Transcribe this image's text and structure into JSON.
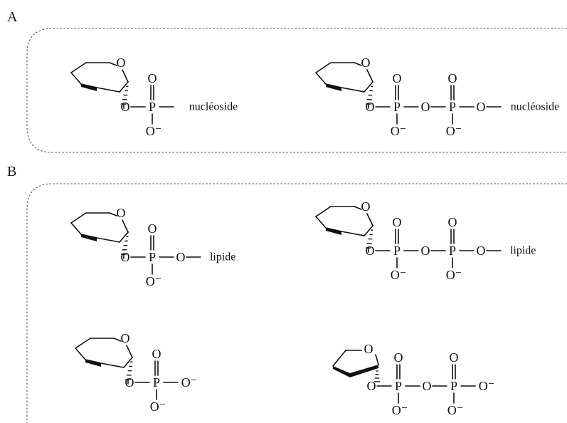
{
  "panels": [
    {
      "label": "A",
      "structures": [
        {
          "ring": "pyranose",
          "phosphates": 1,
          "tail": "nucléoside"
        },
        {
          "ring": "pyranose",
          "phosphates": 2,
          "tail": "nucléoside"
        }
      ]
    },
    {
      "label": "B",
      "structures": [
        {
          "ring": "pyranose",
          "phosphates": 1,
          "tail": "lipide"
        },
        {
          "ring": "pyranose",
          "phosphates": 2,
          "tail": "lipide"
        },
        {
          "ring": "pyranose",
          "phosphates": 1,
          "tail": "O⁻"
        },
        {
          "ring": "furanose",
          "phosphates": 2,
          "tail": "O⁻"
        }
      ]
    }
  ],
  "atoms": {
    "ring_oxygen": "O",
    "bridge_oxygen": "O",
    "phosphorus": "P",
    "oxo": "O",
    "anion": "O⁻"
  },
  "colors": {
    "ink": "#111111",
    "frame": "#555555",
    "background": "#ffffff"
  }
}
